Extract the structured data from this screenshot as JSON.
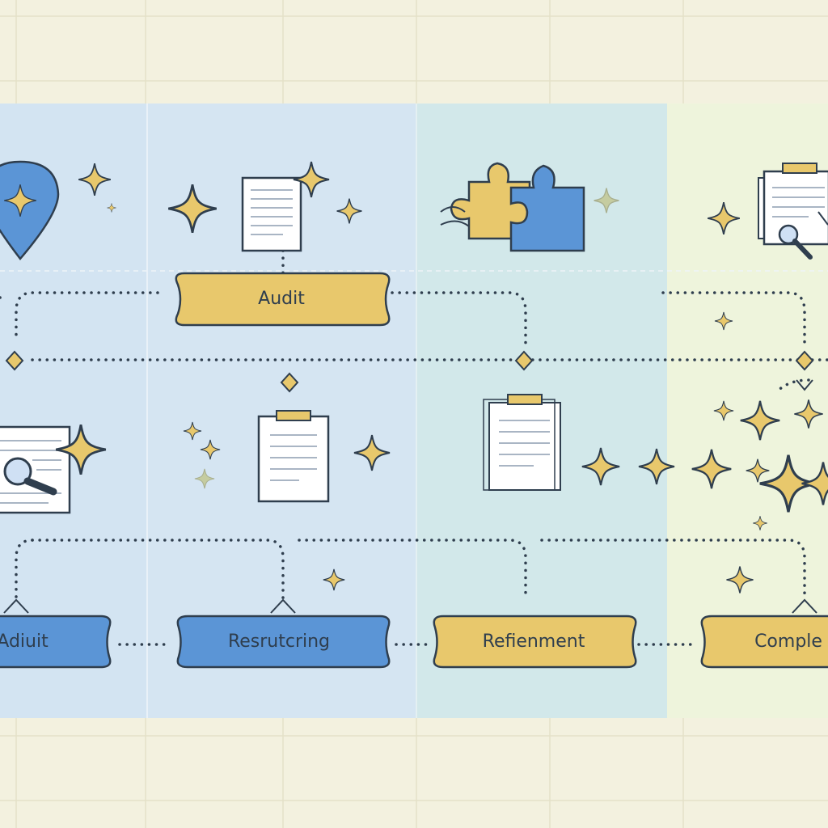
{
  "labels": {
    "audit_top": "Audit",
    "audit_bottom": "Adiuit",
    "restructuring": "Resrutcring",
    "refinement": "Refienment",
    "complete": "Comple"
  },
  "colors": {
    "background": "#f3f1df",
    "panel_blue_1": "#d3e4f2",
    "panel_blue_2": "#d5e5f1",
    "panel_teal": "#d3e8ea",
    "panel_green": "#eef4dc",
    "gold": "#e8c86c",
    "blue": "#5b95d6",
    "outline": "#2f3e4e"
  },
  "icons": [
    "location-pin-icon",
    "document-icon",
    "puzzle-icon",
    "clipboard-icon",
    "magnifier-icon",
    "sparkle-icon"
  ]
}
